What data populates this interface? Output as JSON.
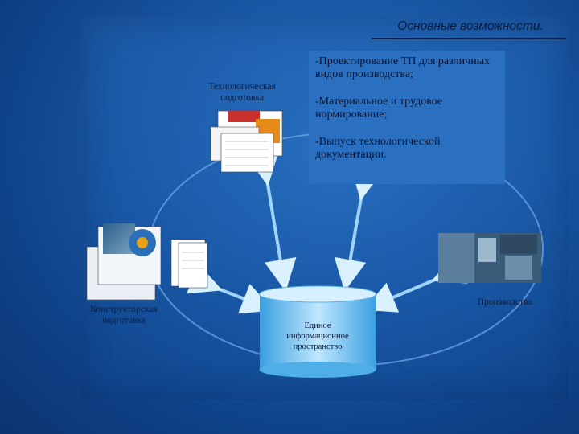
{
  "title": "Основные возможности.",
  "bullets": [
    "-Проектирование ТП для различных видов производства;",
    "-Материальное и трудовое нормирование;",
    "-Выпуск технологической документации."
  ],
  "nodes": {
    "tech_prep": {
      "line1": "Технологическая",
      "line2": "подготовка"
    },
    "design_prep": {
      "line1": "Конструкторская",
      "line2": "подготовка"
    },
    "production": {
      "label": "Производство"
    },
    "db": {
      "line1": "Единое",
      "line2": "информационное",
      "line3": "пространство"
    }
  },
  "colors": {
    "background": "#1a5aa8",
    "accent": "#3a8fe0",
    "text_dark": "#0b1a3a"
  }
}
